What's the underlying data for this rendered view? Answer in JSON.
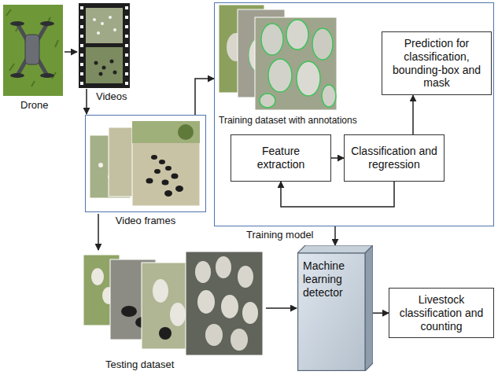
{
  "diagram": {
    "nodes": [
      {
        "text": [
          "Video frames"
        ]
      },
      {
        "text": [
          "Training model"
        ]
      },
      {
        "text": [
          "Prediction for classification, bounding-box and mask"
        ],
        "in": 1
      },
      {
        "text": [
          "Feature extraction"
        ],
        "in": 1
      },
      {
        "text": [
          "Classification and regression"
        ],
        "in": 1
      },
      {
        "text": [
          "Machine learning detector"
        ]
      },
      {
        "text": [
          "Livestock classification and counting"
        ]
      }
    ],
    "edges": [
      {
        "from": 0,
        "to": 1,
        "arrow": "to"
      },
      {
        "from": 3,
        "to": 4,
        "arrow": "to"
      },
      {
        "from": 4,
        "to": 2,
        "arrow": "to"
      },
      {
        "from": 4,
        "to": 3,
        "arrow": "to"
      },
      {
        "from": 1,
        "to": 5,
        "arrow": "to"
      },
      {
        "from": 5,
        "to": 6,
        "arrow": "to"
      }
    ],
    "labels": [
      "Drone",
      "Videos",
      "Training dataset with annotations",
      "Testing dataset"
    ]
  }
}
